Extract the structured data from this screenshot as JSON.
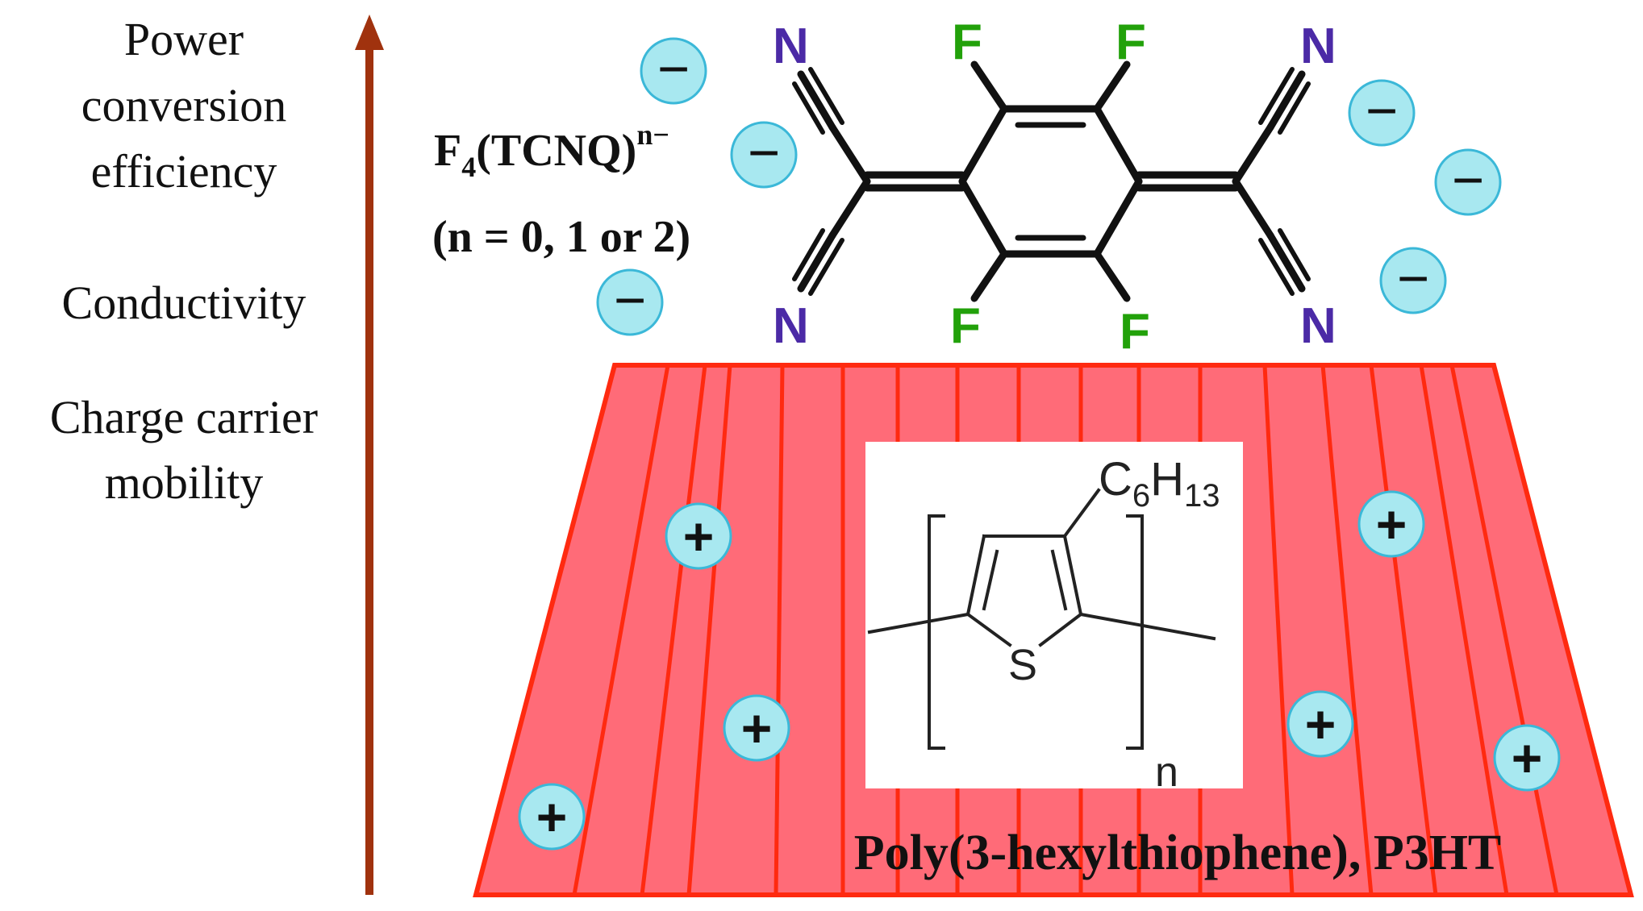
{
  "left_labels": {
    "power_lines": [
      "Power",
      "conversion",
      "efficiency"
    ],
    "conductivity": "Conductivity",
    "mobility_lines": [
      "Charge carrier",
      "mobility"
    ]
  },
  "dopant": {
    "name_base": "F",
    "name_sub": "4",
    "name_mid": "(TCNQ)",
    "name_sup": "n−",
    "charge_note": "(n = 0, 1 or 2)",
    "atom_N": "N",
    "atom_F": "F"
  },
  "polymer": {
    "label": "Poly(3-hexylthiophene), P3HT",
    "substituent_C": "C",
    "substituent_C_sub": "6",
    "substituent_H": "H",
    "substituent_H_sub": "13",
    "sulfur": "S",
    "repeat": "n"
  },
  "ions": {
    "negative": "−",
    "positive": "+"
  },
  "colors": {
    "arrow": "#a0320e",
    "film_fill": "#ff6b78",
    "film_stroke": "#ff2a10",
    "ion_fill": "#a8e8f0",
    "ion_stroke": "#3bb8d8",
    "atom_N": "#4b2aa6",
    "atom_F": "#22a10a"
  }
}
